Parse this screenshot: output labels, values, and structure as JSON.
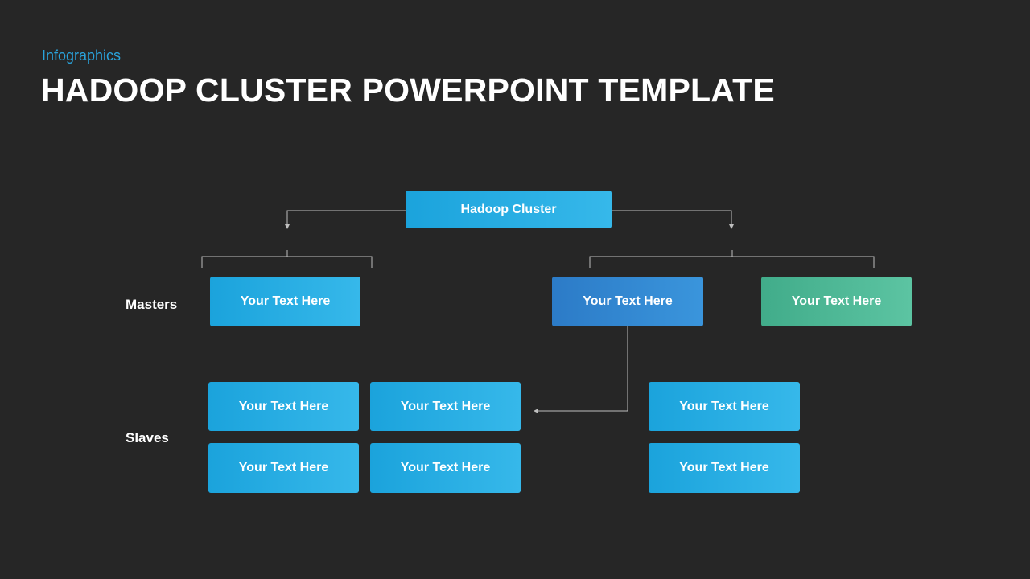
{
  "header": {
    "subtitle": "Infographics",
    "title": "HADOOP CLUSTER POWERPOINT TEMPLATE"
  },
  "labels": {
    "masters": "Masters",
    "slaves": "Slaves"
  },
  "nodes": {
    "root": "Hadoop Cluster",
    "master_left": "Your Text Here",
    "master_middle": "Your Text Here",
    "master_right": "Your Text Here",
    "slave_1": "Your Text Here",
    "slave_2": "Your Text Here",
    "slave_3": "Your Text Here",
    "slave_4": "Your Text Here",
    "slave_5": "Your Text Here",
    "slave_6": "Your Text Here"
  },
  "colors": {
    "background": "#262626",
    "accent_blue": "#2aa3db",
    "node_blue": "#1ba3dc",
    "node_dark_blue": "#2c7bc7",
    "node_green": "#41ac8a",
    "connector": "#bfbfbf"
  }
}
